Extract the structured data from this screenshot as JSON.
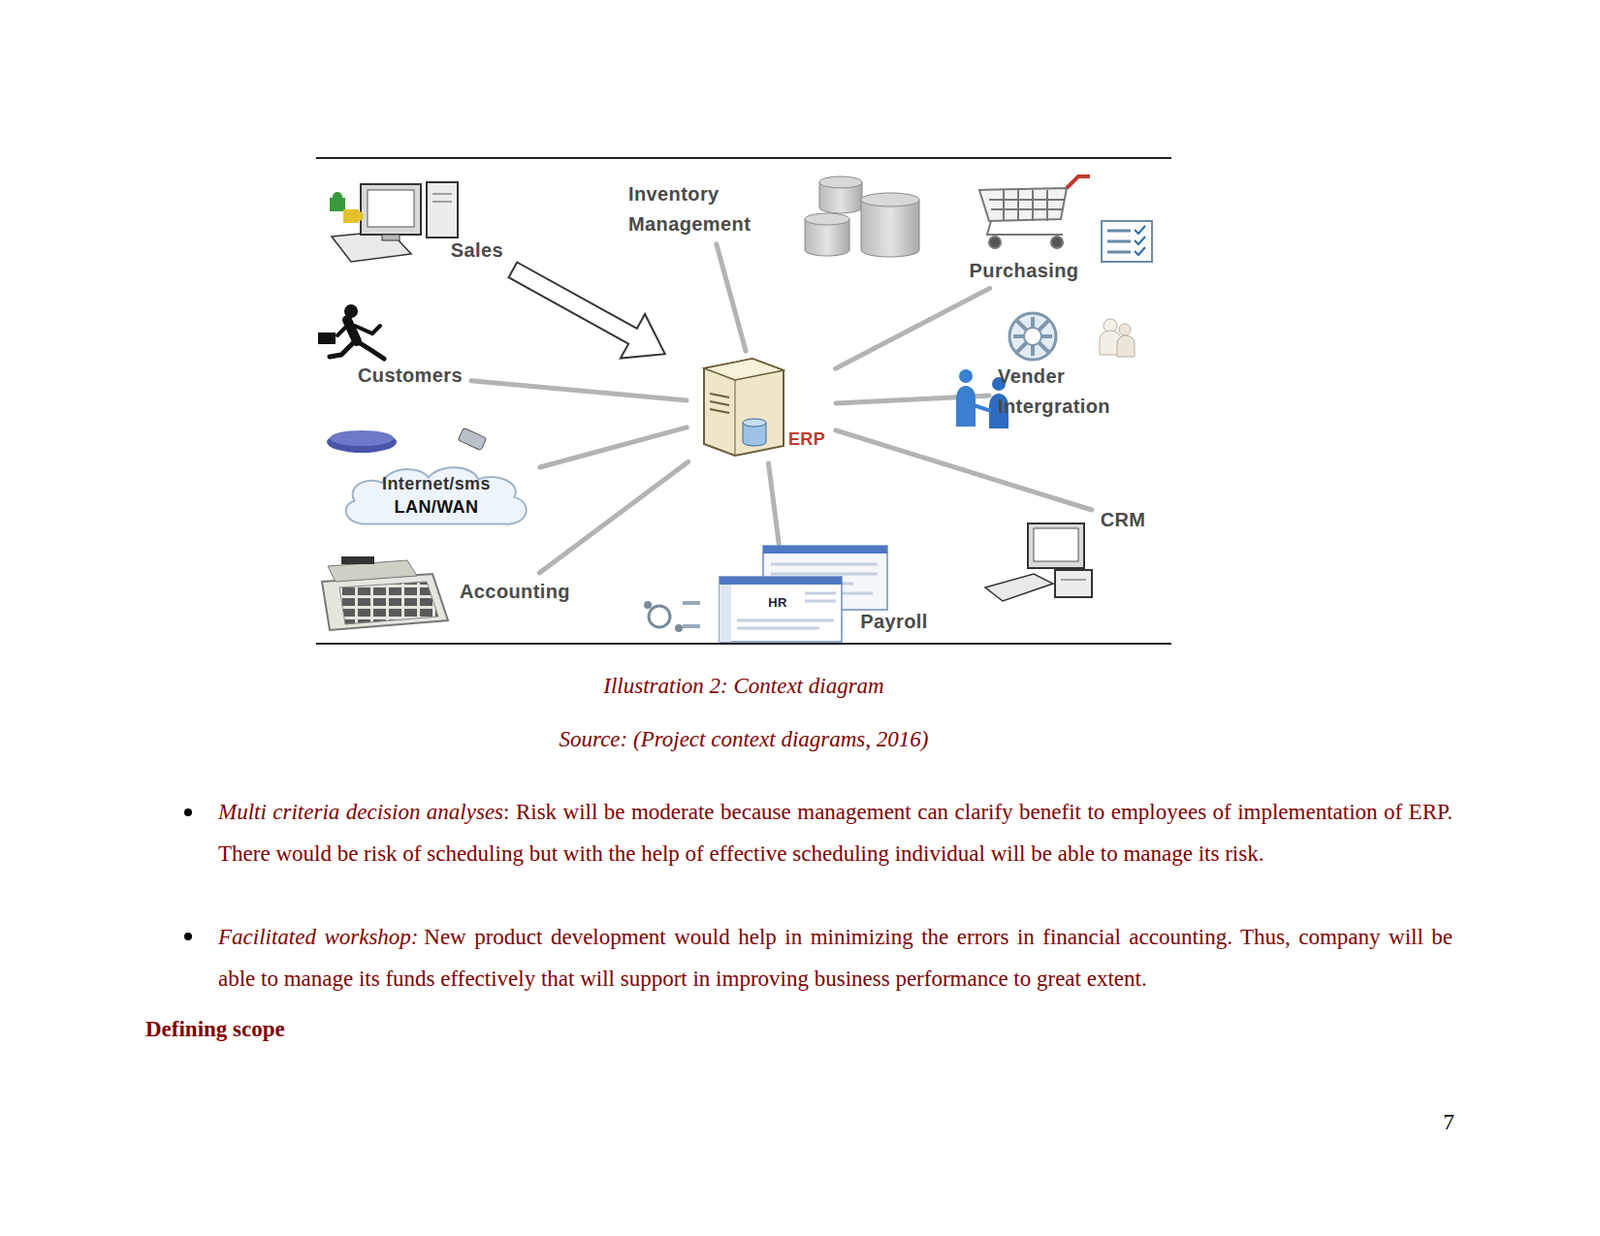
{
  "diagram": {
    "caption": "Illustration 2: Context diagram",
    "nodes": [
      {
        "text": [
          "Sales"
        ]
      },
      {
        "text": [
          "Inventory Management"
        ]
      },
      {
        "text": [
          "Purchasing"
        ]
      },
      {
        "text": [
          "Customers"
        ]
      },
      {
        "text": [
          "ERP"
        ]
      },
      {
        "text": [
          "Vender Intergration"
        ]
      },
      {
        "text": [
          "Internet/sms",
          "LAN/WAN"
        ]
      },
      {
        "text": [
          "CRM"
        ]
      },
      {
        "text": [
          "Accounting"
        ]
      },
      {
        "text": [
          "HR",
          "Payroll"
        ]
      }
    ],
    "edges": [
      {
        "from": 0,
        "to": 4,
        "arrow": "to"
      },
      {
        "from": 4,
        "to": 1,
        "arrow": "none"
      },
      {
        "from": 4,
        "to": 2,
        "arrow": "none"
      },
      {
        "from": 4,
        "to": 3,
        "arrow": "none"
      },
      {
        "from": 4,
        "to": 5,
        "arrow": "none"
      },
      {
        "from": 4,
        "to": 6,
        "arrow": "none"
      },
      {
        "from": 4,
        "to": 7,
        "arrow": "none"
      },
      {
        "from": 4,
        "to": 8,
        "arrow": "none"
      },
      {
        "from": 4,
        "to": 9,
        "arrow": "none"
      }
    ],
    "labels": [
      "Source: (Project context diagrams, 2016)",
      "Multi criteria decision analyses",
      ": Risk will be moderate because management can clarify benefit to employees of implementation of ERP. There would be risk of scheduling but with the help of effective scheduling individual will be able to manage its risk.",
      "Facilitated workshop:",
      "New product development would help in minimizing the errors in financial accounting. Thus, company will be able to manage its funds effectively that will support in improving business performance to great extent.",
      "Defining scope",
      "7"
    ]
  }
}
